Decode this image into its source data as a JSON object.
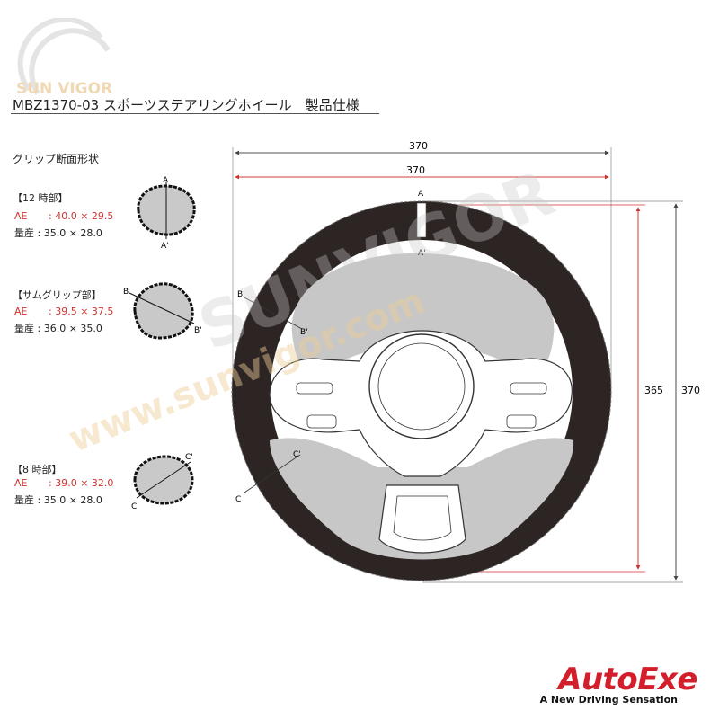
{
  "header": {
    "title": "MBZ1370-03 スポーツステアリングホイール　製品仕様",
    "section_title": "グリップ断面形状"
  },
  "grips": [
    {
      "heading": "【12 時部】",
      "ae_label": "AE",
      "ae_value": ": 40.0 × 29.5",
      "mass_value": "量産 : 35.0 × 28.0",
      "point_a": "A",
      "point_b": "A'"
    },
    {
      "heading": "【サムグリップ部】",
      "ae_label": "AE",
      "ae_value": ": 39.5 × 37.5",
      "mass_value": "量産 : 36.0 × 35.0",
      "point_a": "B",
      "point_b": "B'"
    },
    {
      "heading": "【8 時部】",
      "ae_label": "AE",
      "ae_value": ": 39.0 × 32.0",
      "mass_value": "量産 : 35.0 × 28.0",
      "point_a": "C'",
      "point_b": "C"
    }
  ],
  "diagram": {
    "width_outer": "370",
    "width_inner": "370",
    "height_inner": "365",
    "height_outer": "370",
    "markers": {
      "a": "A",
      "a_prime": "A'",
      "b": "B",
      "b_prime": "B'",
      "c": "C",
      "c_prime": "C'"
    }
  },
  "colors": {
    "accent_red": "#d0312d",
    "brand_red": "#d21f2b",
    "rim": "#2d2524",
    "spoke": "#c7c7c7"
  },
  "brand": {
    "logo_text": "AutoExe",
    "tagline": "A New Driving Sensation",
    "watermark": "SUNVIGOR",
    "watermark_url": "www.sunvigor.com",
    "corner_mark": "SUN VIGOR"
  },
  "icons": [
    "corner-logo-icon",
    "steering-wheel-icon",
    "grip-section-icon"
  ]
}
